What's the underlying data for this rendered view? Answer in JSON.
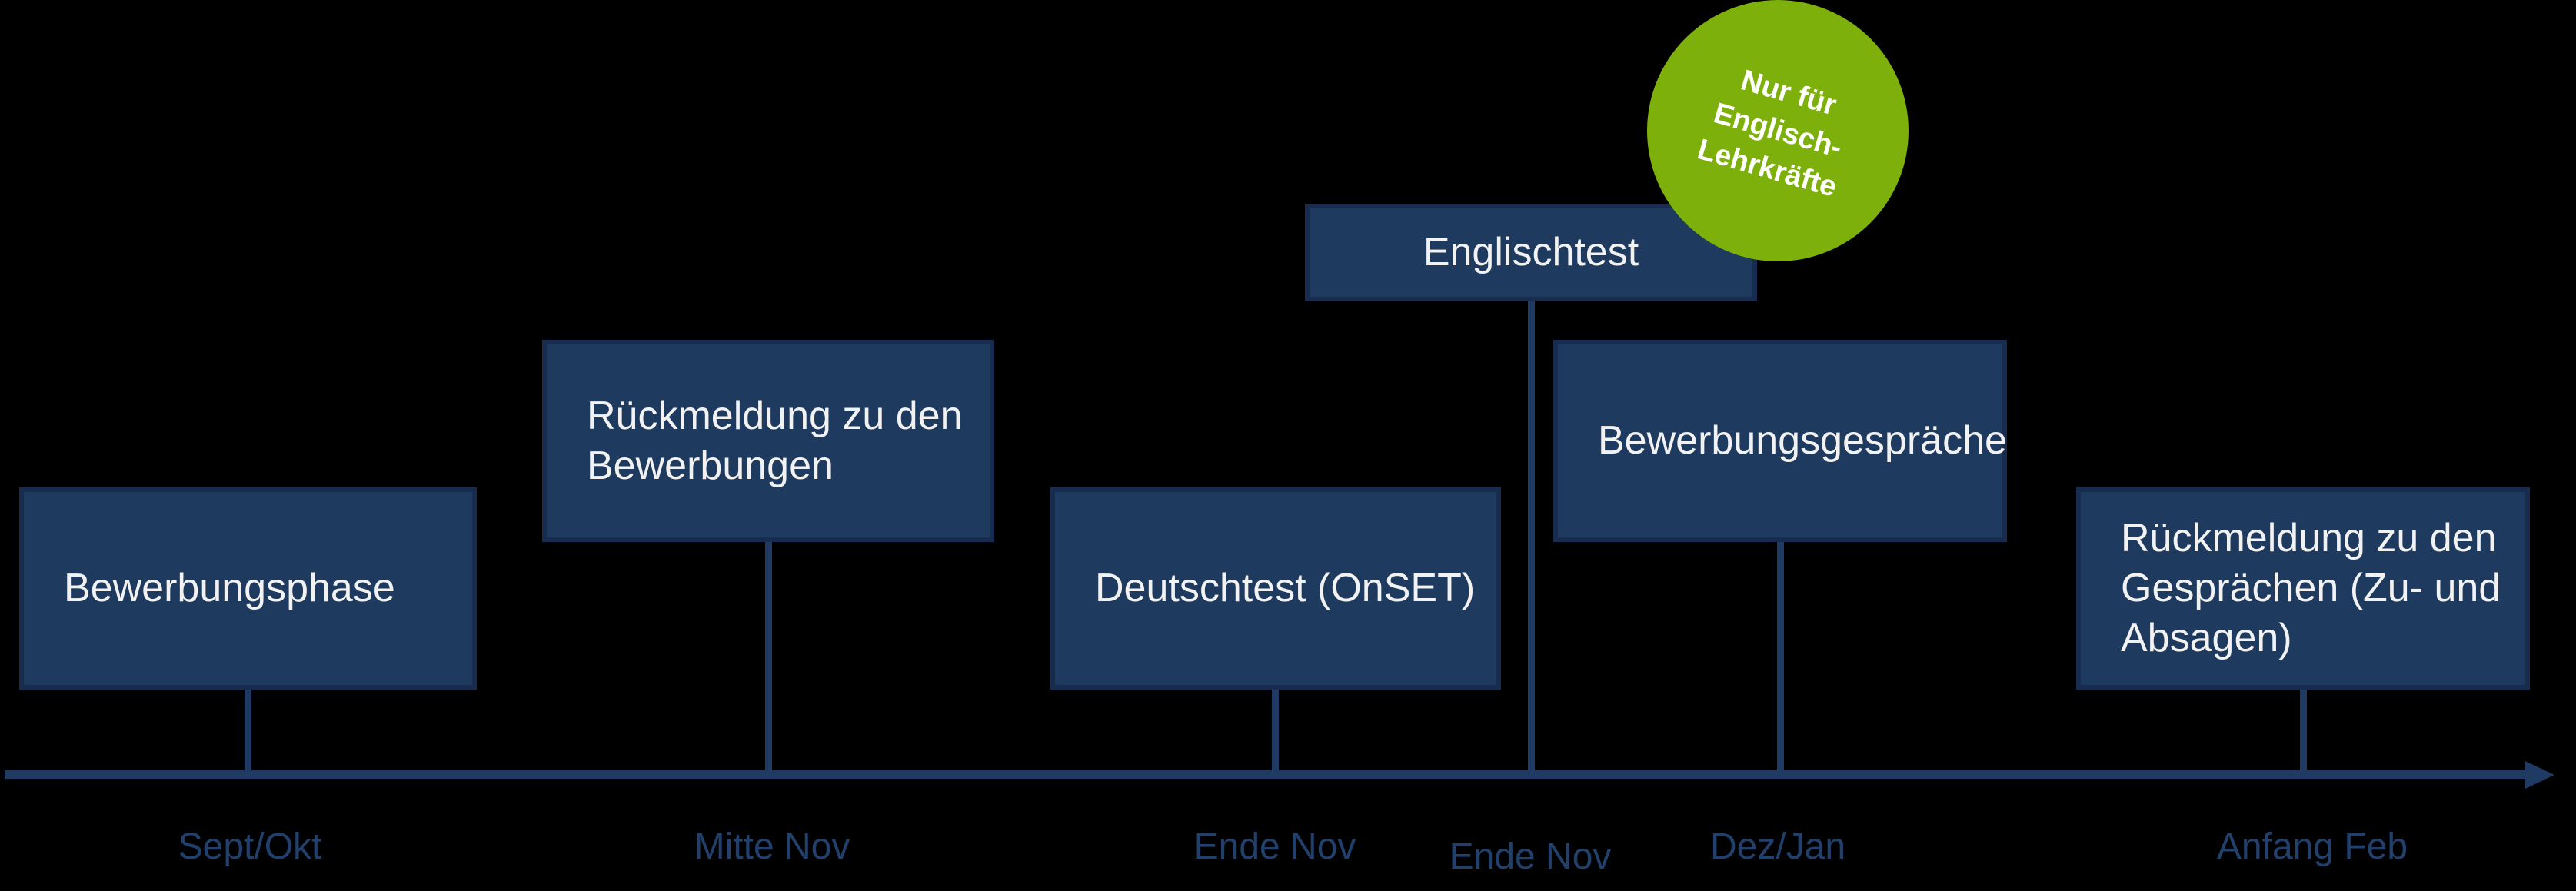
{
  "colors": {
    "background": "#000000",
    "box_fill": "#1E3A5E",
    "box_border": "#172C4E",
    "box_text": "#F2F2F2",
    "axis_line": "#1F3A63",
    "date_label_text": "#21406C",
    "badge_fill": "#7DB00A",
    "badge_text": "#FFFFFF"
  },
  "milestones": [
    {
      "id": "bewerbungsphase",
      "label": "Bewerbungsphase",
      "lines": [
        "Bewerbungsphase"
      ],
      "date": "Sept/Okt"
    },
    {
      "id": "rueckmeldung-bewerbungen",
      "label": "Rückmeldung zu den Bewerbungen",
      "lines": [
        "Rückmeldung zu den",
        "Bewerbungen"
      ],
      "date": "Mitte Nov"
    },
    {
      "id": "deutschtest",
      "label": "Deutschtest (OnSET)",
      "lines": [
        "Deutschtest (OnSET)"
      ],
      "date": "Ende Nov"
    },
    {
      "id": "englischtest",
      "label": "Englischtest",
      "lines": [
        "Englischtest"
      ],
      "date": "Ende Nov"
    },
    {
      "id": "bewerbungsgespraeche",
      "label": "Bewerbungsgespräche",
      "lines": [
        "Bewerbungsgespräche"
      ],
      "date": "Dez/Jan"
    },
    {
      "id": "rueckmeldung-gespraeche",
      "label": "Rückmeldung zu den Gesprächen (Zu- und Absagen)",
      "lines": [
        "Rückmeldung zu den",
        "Gesprächen (Zu- und",
        "Absagen)"
      ],
      "date": "Anfang Feb"
    }
  ],
  "badge": {
    "label": "Nur für Englisch-Lehrkräfte",
    "lines": [
      "Nur für",
      "Englisch-",
      "Lehrkräfte"
    ]
  }
}
